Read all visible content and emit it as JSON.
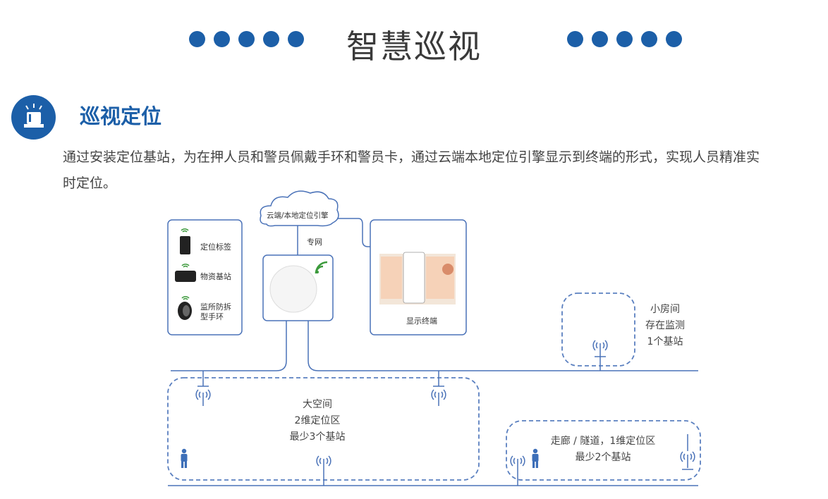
{
  "header": {
    "title": "智慧巡视"
  },
  "section": {
    "title": "巡视定位",
    "description": "通过安装定位基站，为在押人员和警员佩戴手环和警员卡，通过云端本地定位引擎显示到终端的形式，实现人员精准实时定位。"
  },
  "diagram": {
    "cloud_label": "云端/本地定位引擎",
    "link_label": "专网",
    "devices": [
      {
        "label": "定位标签"
      },
      {
        "label": "物资基站"
      },
      {
        "label": "监所防拆\n型手环"
      }
    ],
    "terminal_label": "显示终端",
    "zones": [
      {
        "label": "大空间\n2维定位区\n最少3个基站"
      },
      {
        "label": "小房间\n存在监测\n1个基站"
      },
      {
        "label": "走廊 / 隧道，1维定位区\n最少2个基站"
      }
    ]
  },
  "colors": {
    "primary": "#1c5fa8",
    "line": "#4a72b8",
    "dashed": "#5b80c0"
  }
}
